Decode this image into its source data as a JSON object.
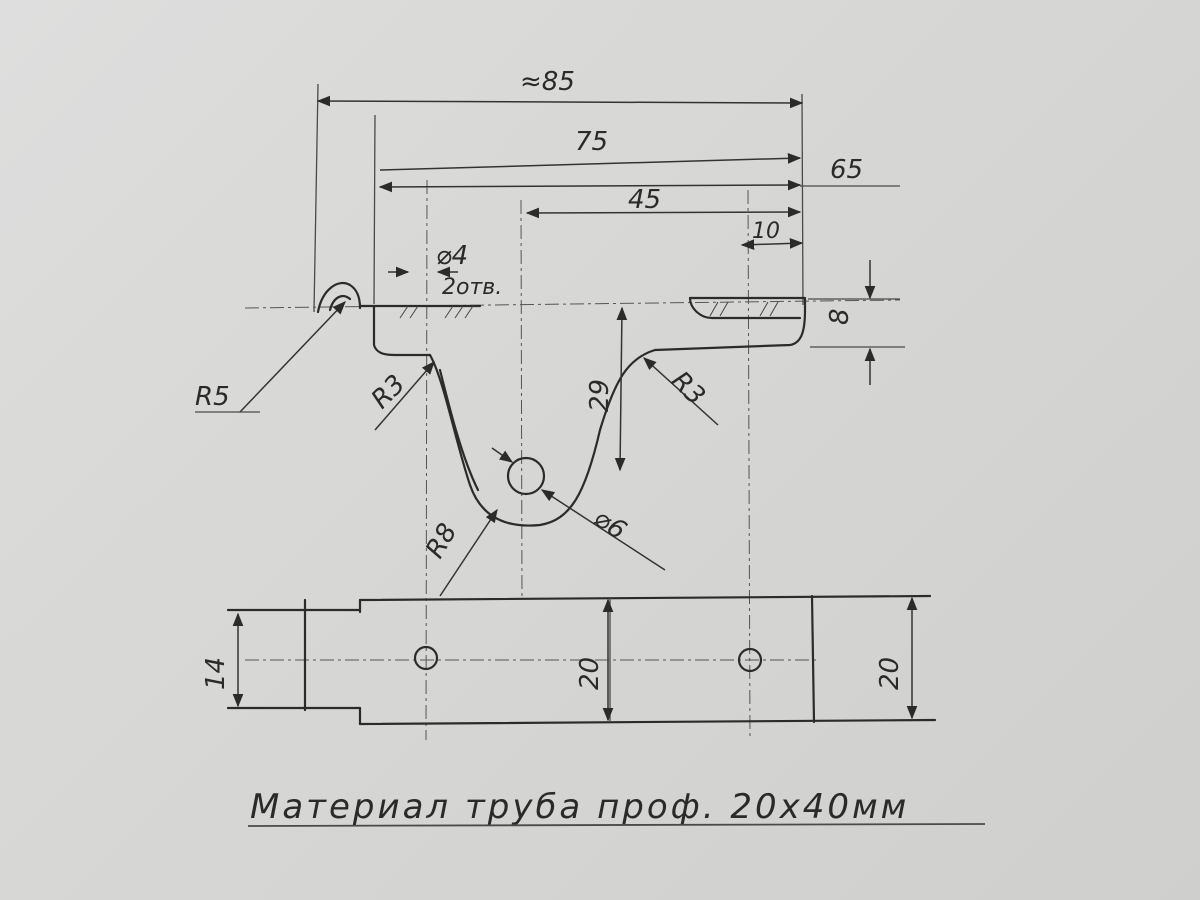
{
  "dimensions": {
    "total_length": "≈85",
    "len_75": "75",
    "len_65": "65",
    "len_45": "45",
    "len_10": "10",
    "thickness": "8",
    "hole_dia": "⌀4",
    "hole_count": "2отв.",
    "radius_r5": "R5",
    "radius_r3_left": "R3",
    "radius_r3_right": "R3",
    "radius_r8": "R8",
    "hole_dia_center": "⌀6",
    "height_29": "29",
    "width_14": "14",
    "width_20_mid": "20",
    "width_20_right": "20"
  },
  "caption": "Материал труба проф. 20х40мм"
}
